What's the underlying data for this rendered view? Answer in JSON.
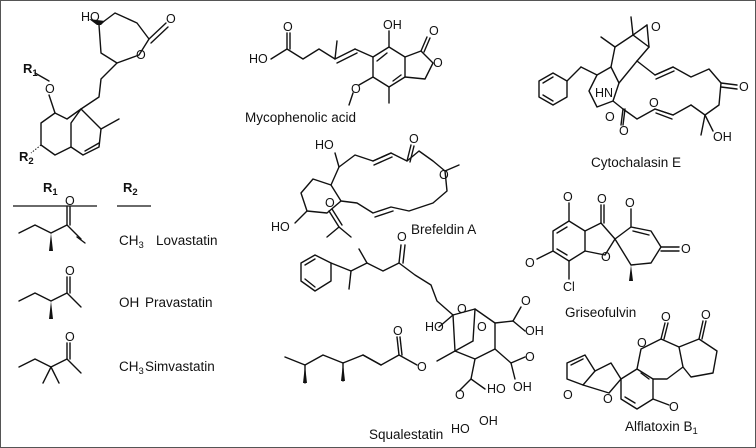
{
  "statin_table": {
    "header_r1": "R",
    "header_r1_sub": "1",
    "header_r2": "R",
    "header_r2_sub": "2",
    "rows": [
      {
        "r2": "CH",
        "r2_sub": "3",
        "name": "Lovastatin"
      },
      {
        "r2": "OH",
        "r2_sub": "",
        "name": "Pravastatin"
      },
      {
        "r2": "CH",
        "r2_sub": "3",
        "name": "Simvastatin"
      }
    ]
  },
  "compounds": {
    "mycophenolic_acid": "Mycophenolic acid",
    "brefeldin_a": "Brefeldin A",
    "squalestatin": "Squalestatin",
    "cytochalasin_e": "Cytochalasin E",
    "griseofulvin": "Griseofulvin",
    "alflatoxin": "Alflatoxin B",
    "alflatoxin_sub": "1"
  },
  "atoms": {
    "ho": "HO",
    "oh": "OH",
    "o": "O",
    "r": "R",
    "sub1": "1",
    "sub2": "2",
    "hn": "HN",
    "cl": "Cl"
  }
}
